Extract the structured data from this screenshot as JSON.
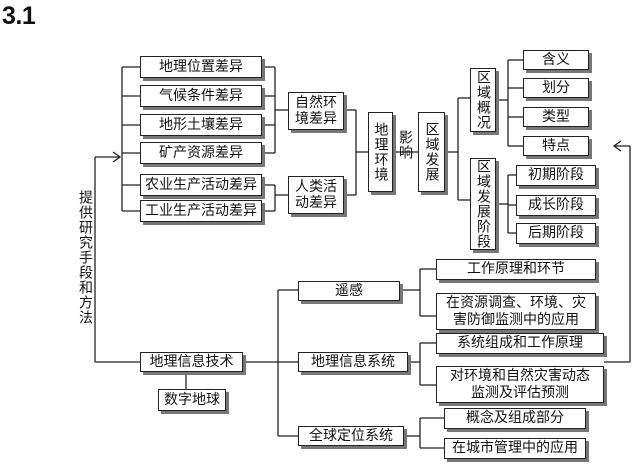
{
  "title": "3.1",
  "left_side_label": "提供研究手段和方法",
  "diff": {
    "items": [
      "地理位置差异",
      "气候条件差异",
      "地形土壤差异",
      "矿产资源差异",
      "农业生产活动差异",
      "工业生产活动差异"
    ],
    "natural": "自然环境差异",
    "human": "人类活动差异"
  },
  "geo_env": "地理环境",
  "influence": "影响",
  "region_dev": "区域发展",
  "overview": {
    "label": "区域概况",
    "items": [
      "含义",
      "划分",
      "类型",
      "特点"
    ]
  },
  "stage": {
    "label": "区域发展阶段",
    "items": [
      "初期阶段",
      "成长阶段",
      "后期阶段"
    ]
  },
  "git": {
    "label": "地理信息技术",
    "digital_earth": "数字地球",
    "rs": "遥感",
    "rs_items": [
      "工作原理和环节",
      "在资源调查、环境、灾害防御监测中的应用"
    ],
    "gis": "地理信息系统",
    "gis_items": [
      "系统组成和工作原理",
      "对环境和自然灾害动态监测及评估预测"
    ],
    "gps": "全球定位系统",
    "gps_items": [
      "概念及组成部分",
      "在城市管理中的应用"
    ]
  }
}
